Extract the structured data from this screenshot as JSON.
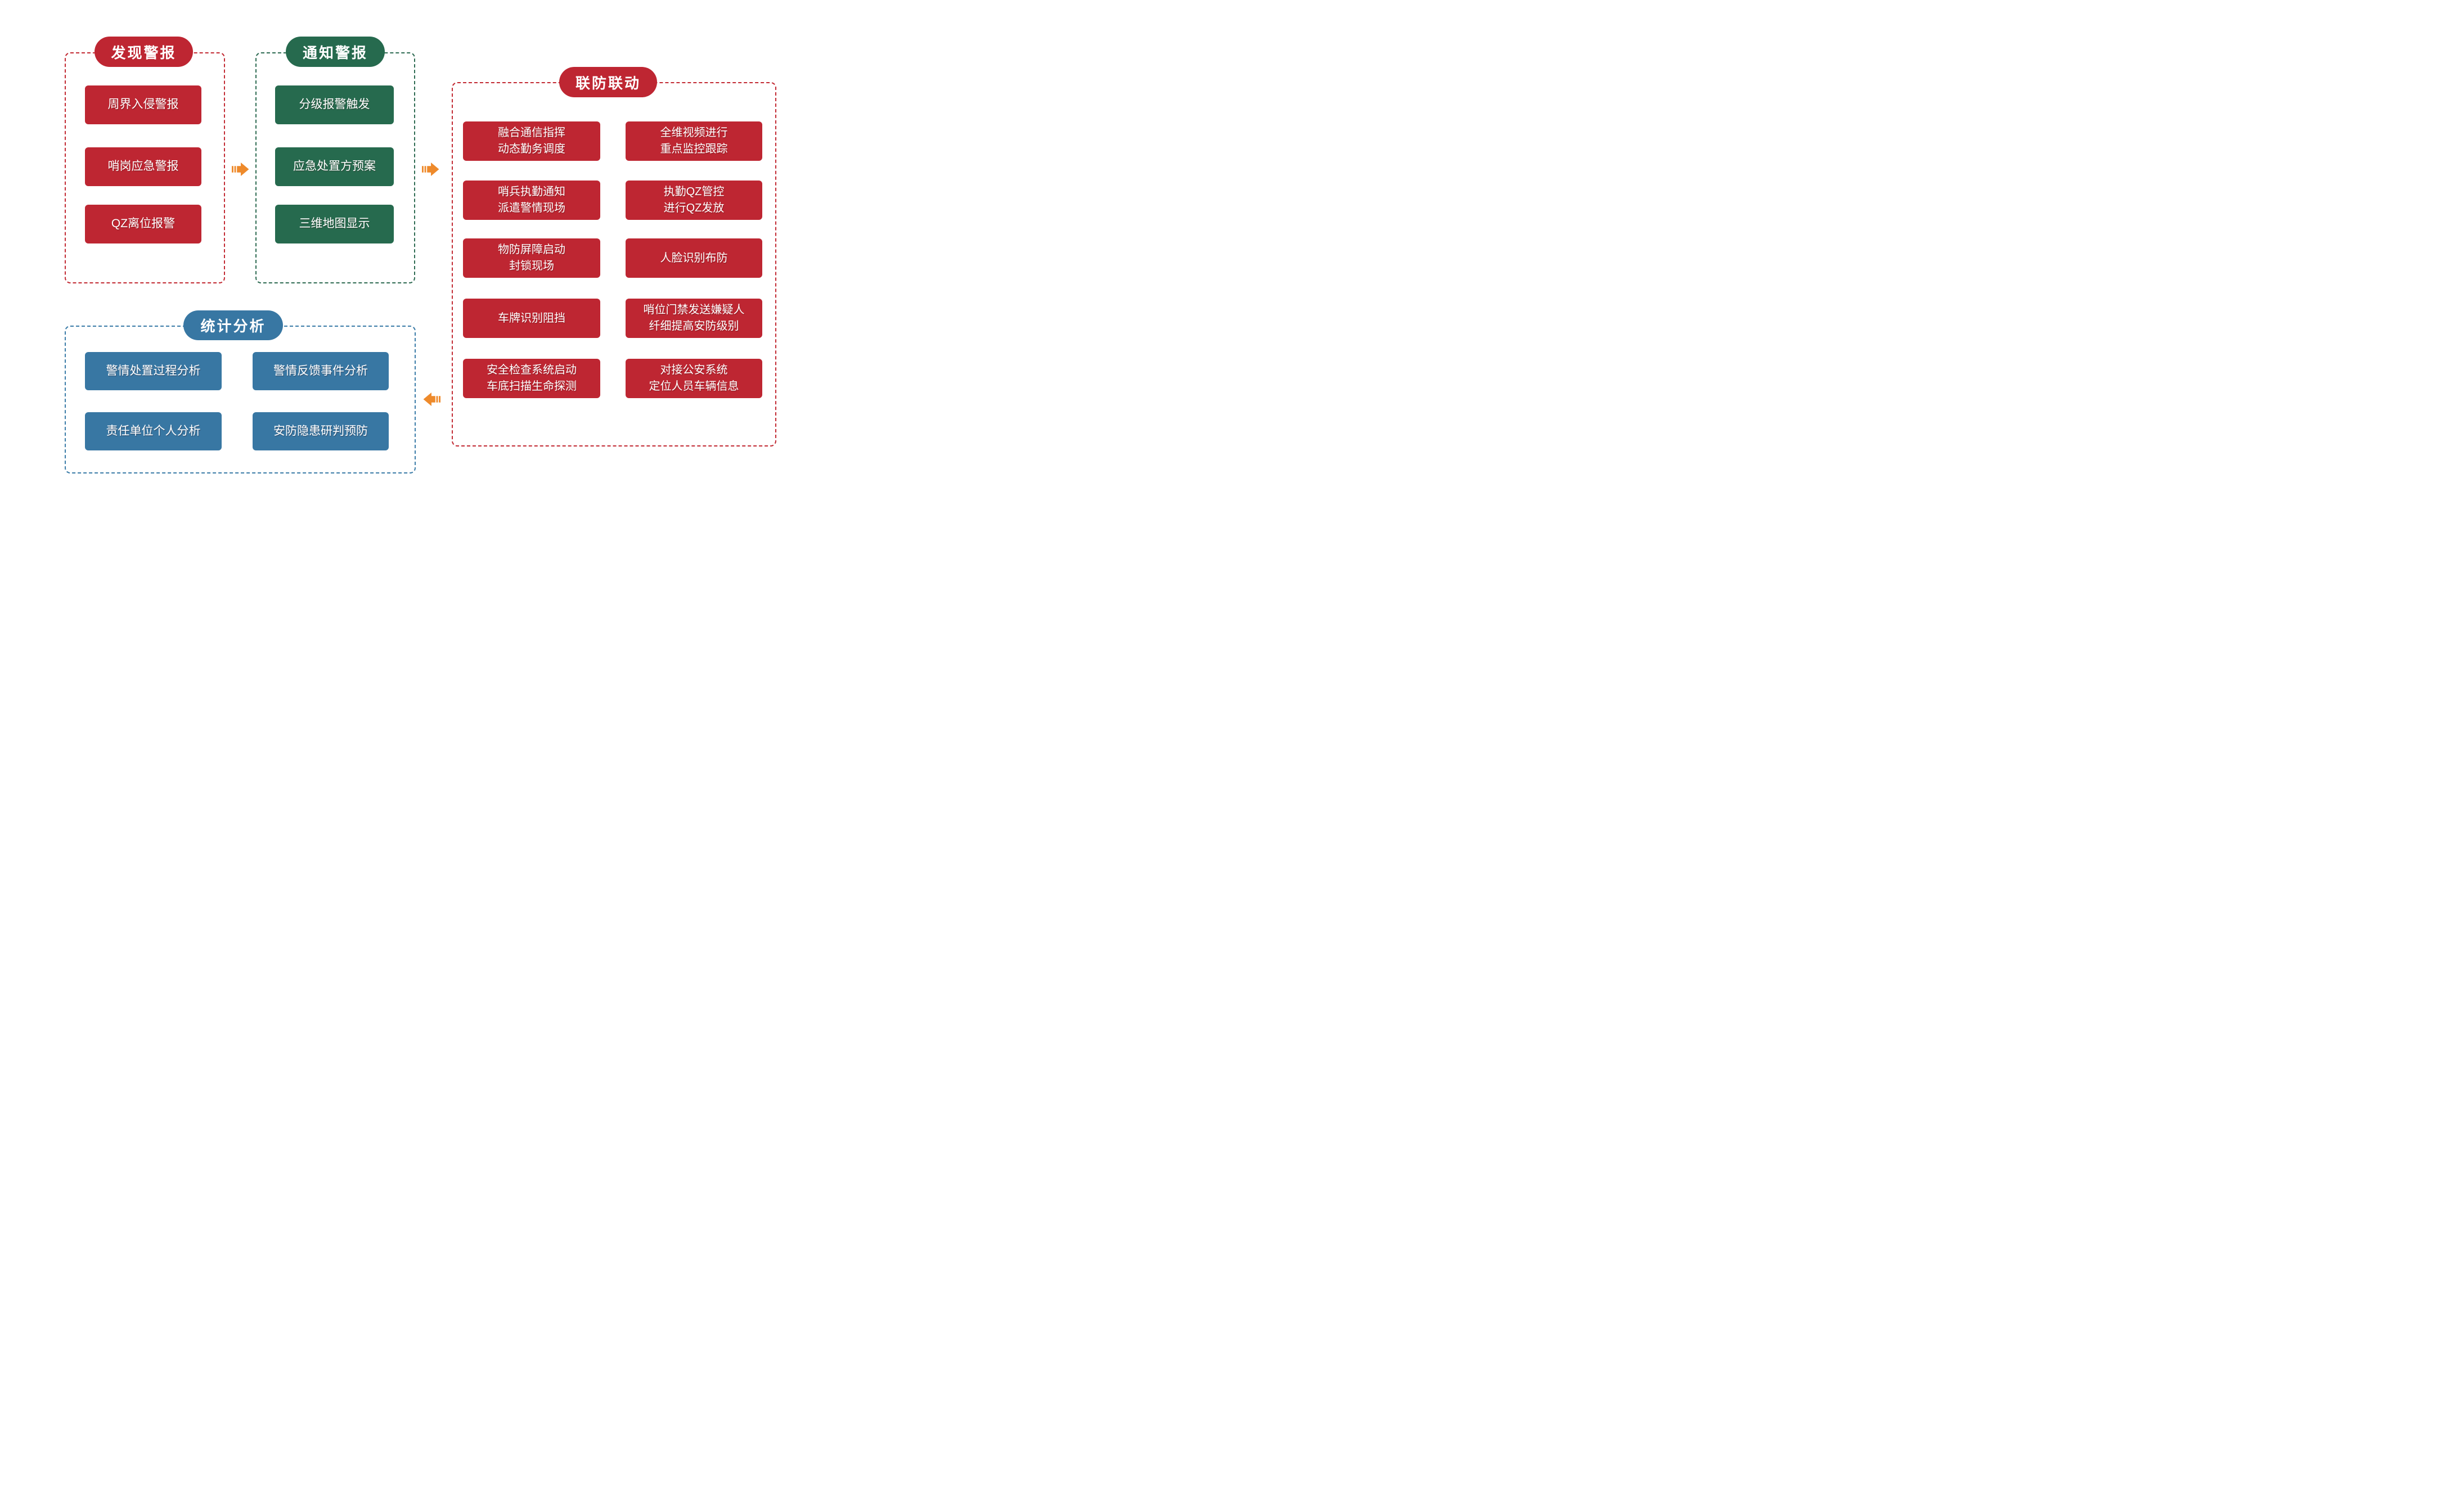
{
  "diagram": {
    "groups": {
      "discover": {
        "title": "发现警报",
        "items": [
          "周界入侵警报",
          "哨岗应急警报",
          "QZ离位报警"
        ]
      },
      "notify": {
        "title": "通知警报",
        "items": [
          "分级报警触发",
          "应急处置方预案",
          "三维地图显示"
        ]
      },
      "linkage": {
        "title": "联防联动",
        "left": [
          "融合通信指挥\n动态勤务调度",
          "哨兵执勤通知\n派遣警情现场",
          "物防屏障启动\n封锁现场",
          "车牌识别阻挡",
          "安全检查系统启动\n车底扫描生命探测"
        ],
        "right": [
          "全维视频进行\n重点监控跟踪",
          "执勤QZ管控\n进行QZ发放",
          "人脸识别布防",
          "哨位门禁发送嫌疑人\n纤细提高安防级别",
          "对接公安系统\n定位人员车辆信息"
        ]
      },
      "stats": {
        "title": "统计分析",
        "left": [
          "警情处置过程分析",
          "责任单位个人分析"
        ],
        "right": [
          "警情反馈事件分析",
          "安防隐患研判预防"
        ]
      }
    },
    "colors": {
      "red": "#be2632",
      "green": "#266a4e",
      "blue": "#3877a3",
      "orange": "#ee8a2b",
      "background": "#ffffff"
    }
  }
}
